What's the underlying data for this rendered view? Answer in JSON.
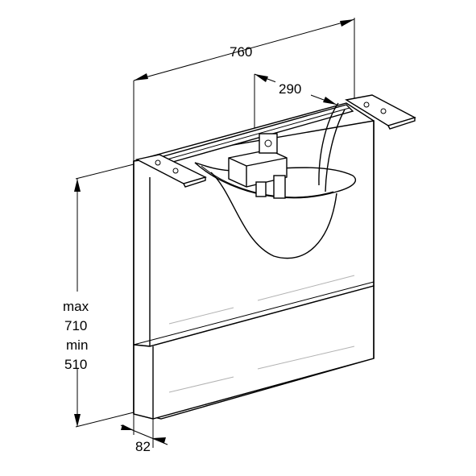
{
  "dimensions": {
    "width_total": "760",
    "width_basin": "290",
    "height_max_label": "max",
    "height_max_value": "710",
    "height_min_label": "min",
    "height_min_value": "510",
    "depth": "82"
  },
  "colors": {
    "stroke": "#000000",
    "background": "#ffffff"
  }
}
